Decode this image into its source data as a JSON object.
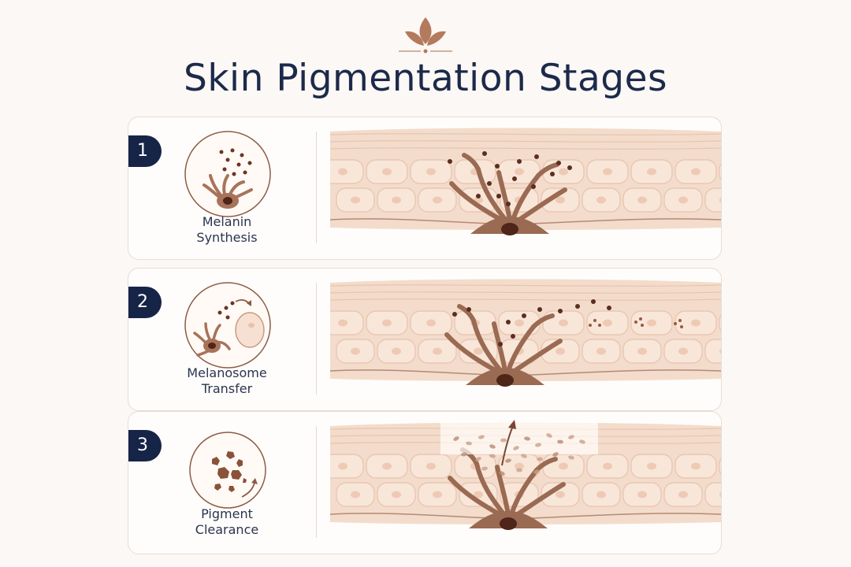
{
  "title": "Skin Pigmentation Stages",
  "colors": {
    "navy": "#162447",
    "melanocyte": "#9a6a52",
    "melanin": "#5a2e20",
    "skin": "#f3dccb",
    "cell_border": "#e9c7b2"
  },
  "stages": [
    {
      "number": "1",
      "label_line1": "Melanin",
      "label_line2": "Synthesis",
      "icon": "melanocyte-icon"
    },
    {
      "number": "2",
      "label_line1": "Melanosome",
      "label_line2": "Transfer",
      "icon": "transfer-icon"
    },
    {
      "number": "3",
      "label_line1": "Pigment",
      "label_line2": "Clearance",
      "icon": "clearance-icon"
    }
  ]
}
